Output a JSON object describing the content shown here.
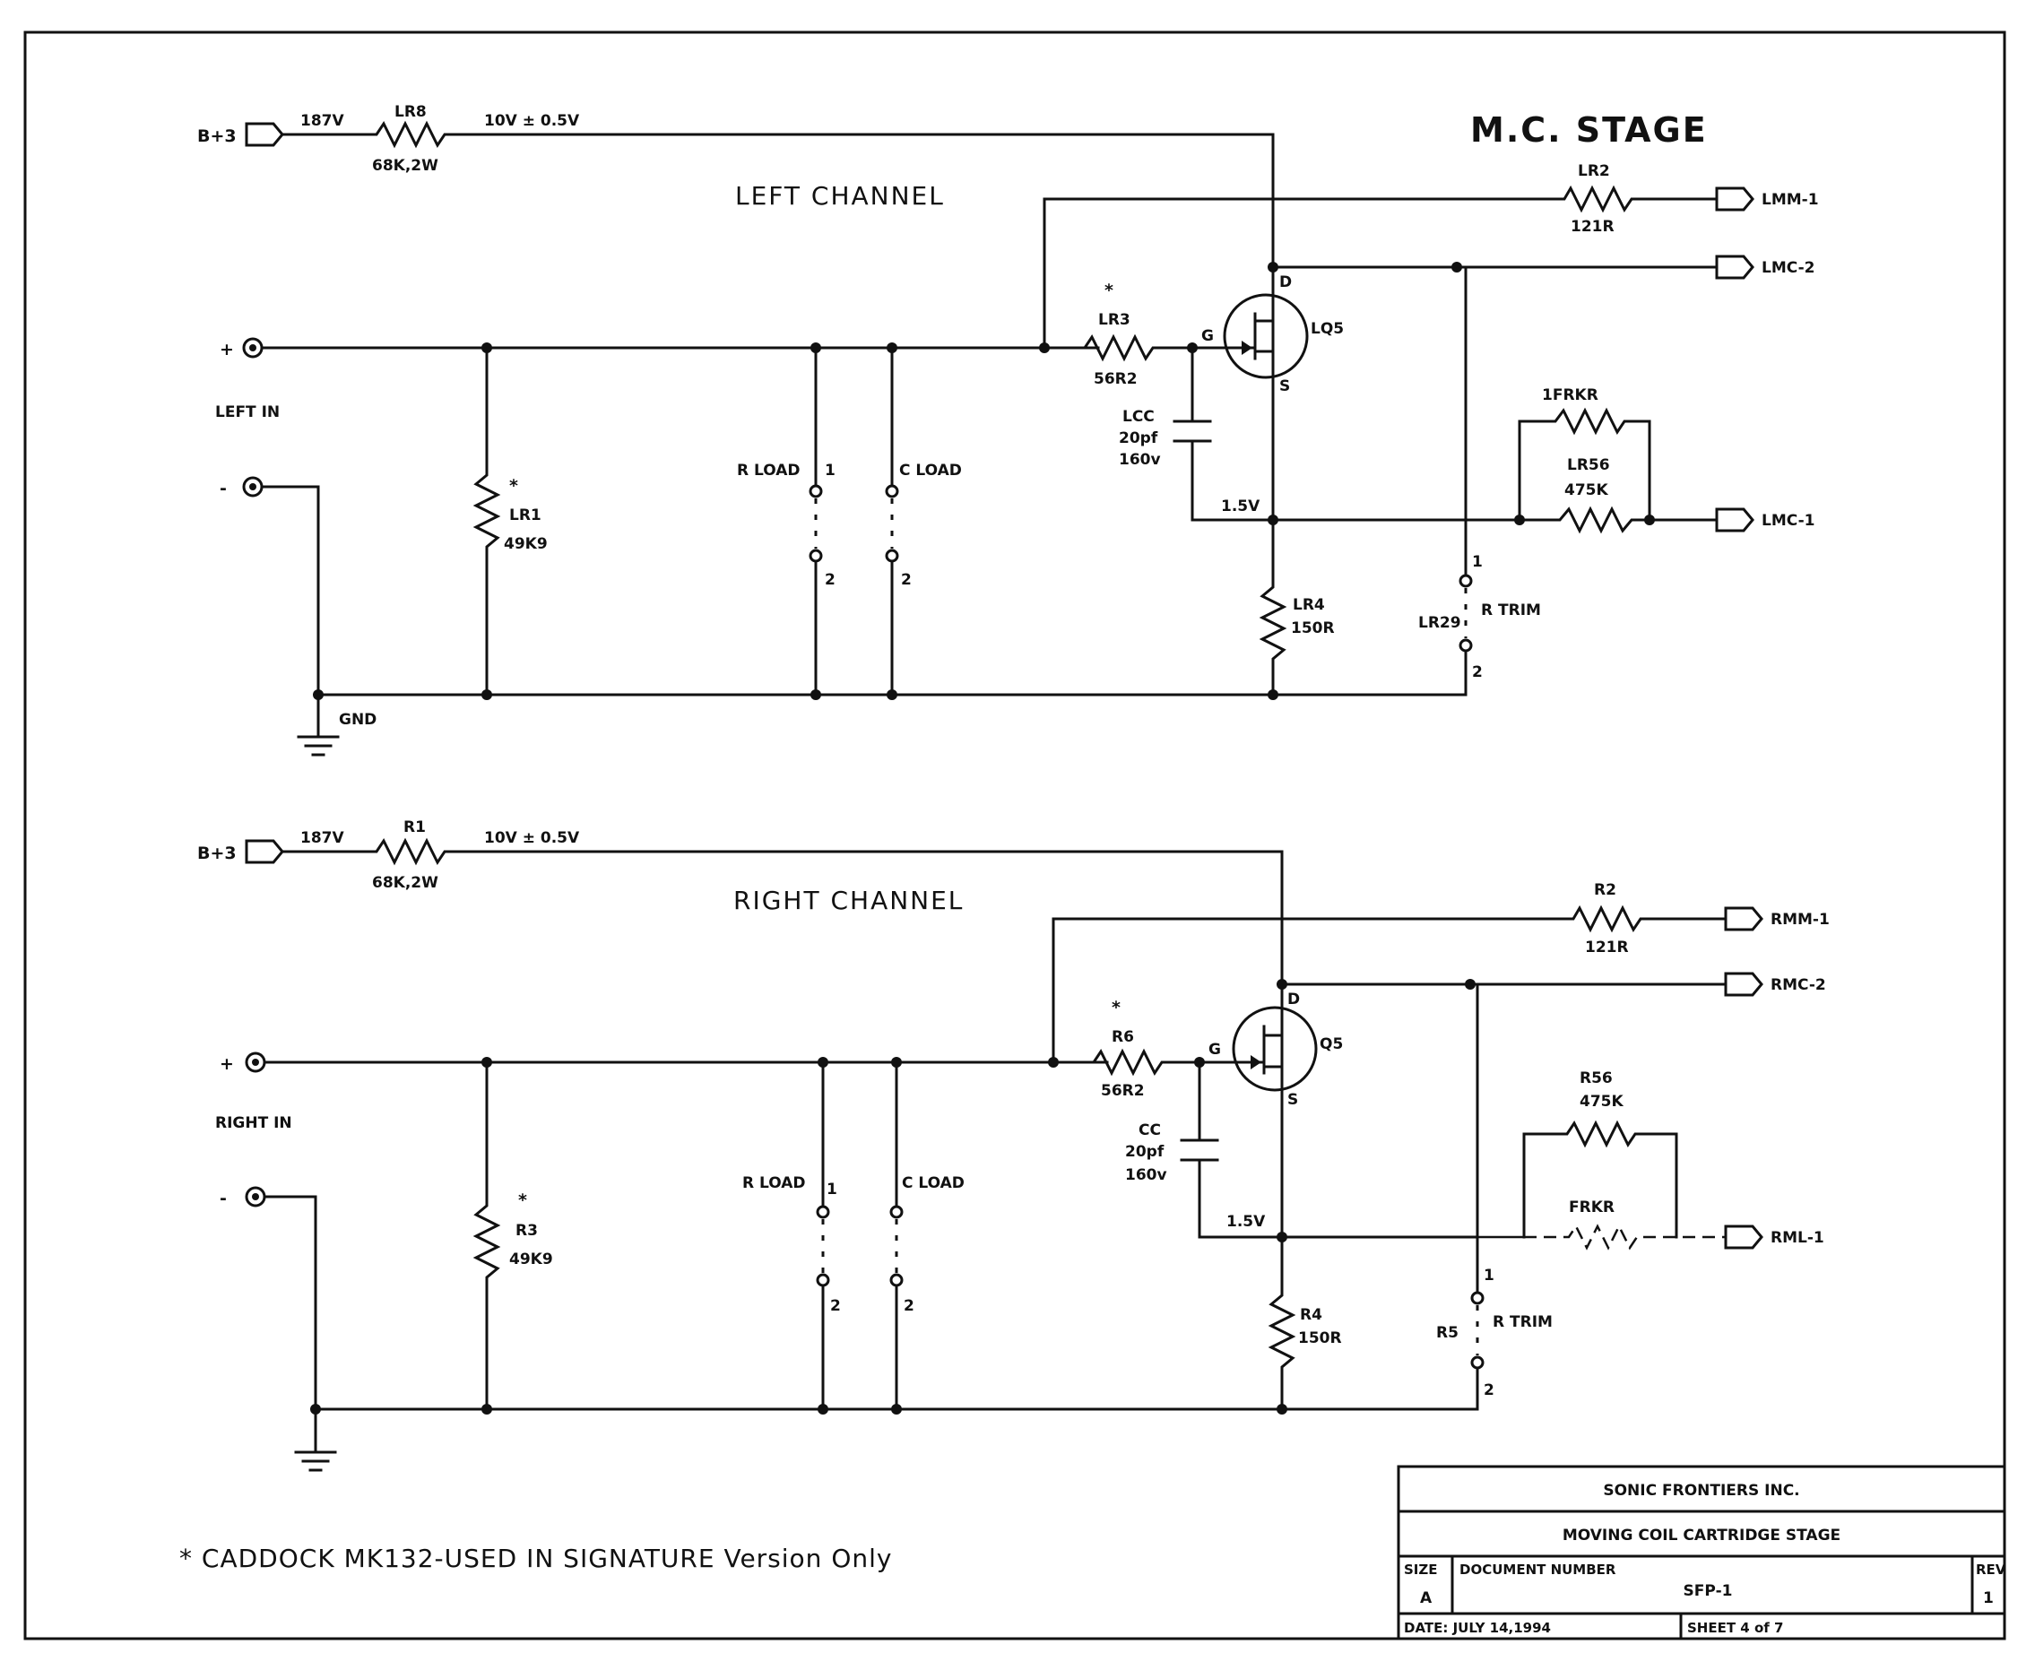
{
  "title": "M.C. STAGE",
  "footnote": "* CADDOCK MK132-USED IN SIGNATURE Version Only",
  "left": {
    "channel": "LEFT CHANNEL",
    "supply_port": "B+3",
    "supply_voltage": "187V",
    "drop_resistor": "LR8",
    "drop_resistor_value": "68K,2W",
    "rail_voltage": "10V ± 0.5V",
    "input_label": "LEFT IN",
    "plus": "+",
    "minus": "-",
    "star": "*",
    "gnd": "GND",
    "input_resistor": "LR1",
    "input_resistor_value": "49K9",
    "r_load": "R LOAD",
    "c_load": "C LOAD",
    "pin1": "1",
    "pin2": "2",
    "gate_resistor": "LR3",
    "gate_resistor_value": "56R2",
    "gate_cap": "LCC",
    "gate_cap_value": "20pf",
    "gate_cap_voltage": "160v",
    "jfet": "LQ5",
    "pin_d": "D",
    "pin_g": "G",
    "pin_s": "S",
    "source_voltage": "1.5V",
    "source_resistor": "LR4",
    "source_resistor_value": "150R",
    "trim_resistor": "LR29",
    "trim_label": "R TRIM",
    "feedback_resistor": "LR2",
    "feedback_resistor_value": "121R",
    "out1": "LMM-1",
    "out2": "LMC-2",
    "out3": "LMC-1",
    "shunt1": "1FRKR",
    "shunt2": "LR56",
    "shunt2_value": "475K"
  },
  "right": {
    "channel": "RIGHT CHANNEL",
    "supply_port": "B+3",
    "supply_voltage": "187V",
    "drop_resistor": "R1",
    "drop_resistor_value": "68K,2W",
    "rail_voltage": "10V ± 0.5V",
    "input_label": "RIGHT IN",
    "plus": "+",
    "minus": "-",
    "star": "*",
    "input_resistor": "R3",
    "input_resistor_value": "49K9",
    "r_load": "R LOAD",
    "c_load": "C LOAD",
    "pin1": "1",
    "pin2": "2",
    "gate_resistor": "R6",
    "gate_resistor_value": "56R2",
    "gate_cap": "CC",
    "gate_cap_value": "20pf",
    "gate_cap_voltage": "160v",
    "jfet": "Q5",
    "pin_d": "D",
    "pin_g": "G",
    "pin_s": "S",
    "source_voltage": "1.5V",
    "source_resistor": "R4",
    "source_resistor_value": "150R",
    "trim_resistor": "R5",
    "trim_label": "R TRIM",
    "feedback_resistor": "R2",
    "feedback_resistor_value": "121R",
    "out1": "RMM-1",
    "out2": "RMC-2",
    "out3": "RML-1",
    "shunt1": "R56",
    "shunt1_value": "475K",
    "shunt2": "FRKR"
  },
  "title_block": {
    "company": "SONIC FRONTIERS INC.",
    "description": "MOVING COIL CARTRIDGE STAGE",
    "size_label": "SIZE",
    "size": "A",
    "doc_label": "DOCUMENT NUMBER",
    "doc": "SFP-1",
    "rev_label": "REV",
    "rev": "1",
    "date": "DATE: JULY 14,1994",
    "sheet": "SHEET 4 of 7"
  }
}
